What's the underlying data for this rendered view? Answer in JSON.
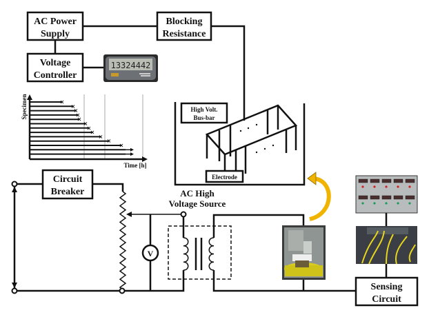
{
  "blocks": {
    "ac_power_supply": [
      "AC Power",
      "Supply"
    ],
    "blocking_resistance": [
      "Blocking",
      "Resistance"
    ],
    "voltage_controller": [
      "Voltage",
      "Controller"
    ],
    "circuit_breaker": [
      "Circuit",
      "Breaker"
    ],
    "sensing_circuit": [
      "Sensing",
      "Circuit"
    ],
    "high_volt_busbar": [
      "High Volt.",
      "Bus-bar"
    ],
    "electrode": "Electrode",
    "ac_high_voltage_source": [
      "AC High",
      "Voltage Source"
    ],
    "voltmeter": "V"
  },
  "timer_display": "13324442",
  "inset_plot": {
    "ylabel": "Specimen",
    "xlabel": "Time [h]"
  },
  "colors": {
    "line": "#111111",
    "arrow": "#f0b400",
    "oil": "#d8cc20"
  }
}
